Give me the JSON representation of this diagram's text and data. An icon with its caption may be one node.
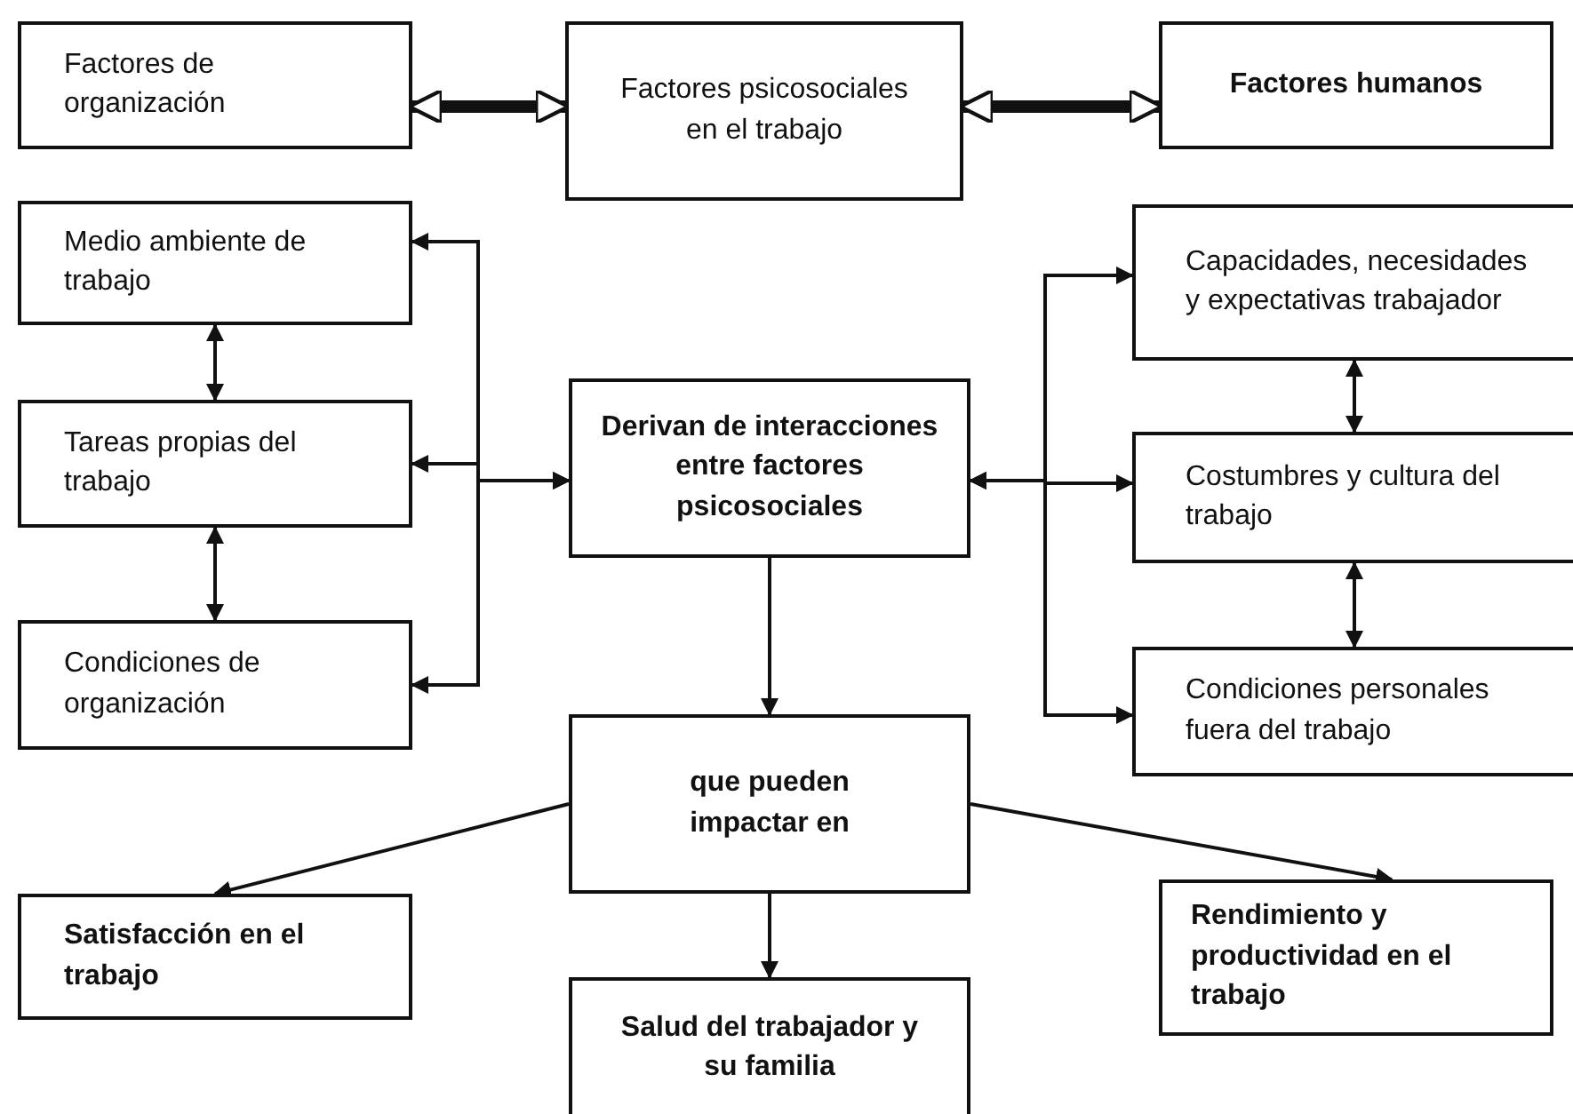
{
  "diagram": {
    "nodes": [
      {
        "text": [
          "Factores de organización"
        ]
      },
      {
        "text": [
          "Factores psicosociales en el trabajo"
        ]
      },
      {
        "text": [
          "Factores humanos"
        ]
      },
      {
        "text": [
          "Medio ambiente de trabajo"
        ]
      },
      {
        "text": [
          "Tareas propias del trabajo"
        ]
      },
      {
        "text": [
          "Condiciones de organización"
        ]
      },
      {
        "text": [
          "Derivan de interacciones entre factores psicosociales"
        ]
      },
      {
        "text": [
          "Capacidades, necesidades y expectativas trabajador"
        ]
      },
      {
        "text": [
          "Costumbres y cultura del trabajo"
        ]
      },
      {
        "text": [
          "Condiciones personales fuera del trabajo"
        ]
      },
      {
        "text": [
          "que pueden impactar en"
        ]
      },
      {
        "text": [
          "Satisfacción en el trabajo"
        ]
      },
      {
        "text": [
          "Salud del trabajador y su familia"
        ]
      },
      {
        "text": [
          "Rendimiento y productividad en el trabajo"
        ]
      }
    ],
    "edges": [
      {
        "from": 0,
        "to": 1,
        "arrow": "both",
        "style": "thick"
      },
      {
        "from": 1,
        "to": 2,
        "arrow": "both",
        "style": "thick"
      },
      {
        "from": 3,
        "to": 4,
        "arrow": "both"
      },
      {
        "from": 4,
        "to": 5,
        "arrow": "both"
      },
      {
        "from": 3,
        "to": 6,
        "arrow": "both"
      },
      {
        "from": 4,
        "to": 6,
        "arrow": "both"
      },
      {
        "from": 5,
        "to": 6,
        "arrow": "both"
      },
      {
        "from": 6,
        "to": 7,
        "arrow": "both"
      },
      {
        "from": 6,
        "to": 8,
        "arrow": "both"
      },
      {
        "from": 6,
        "to": 9,
        "arrow": "both"
      },
      {
        "from": 7,
        "to": 8,
        "arrow": "both"
      },
      {
        "from": 8,
        "to": 9,
        "arrow": "both"
      },
      {
        "from": 6,
        "to": 10,
        "arrow": "to"
      },
      {
        "from": 10,
        "to": 11,
        "arrow": "to"
      },
      {
        "from": 10,
        "to": 12,
        "arrow": "to"
      },
      {
        "from": 10,
        "to": 13,
        "arrow": "to"
      }
    ]
  }
}
